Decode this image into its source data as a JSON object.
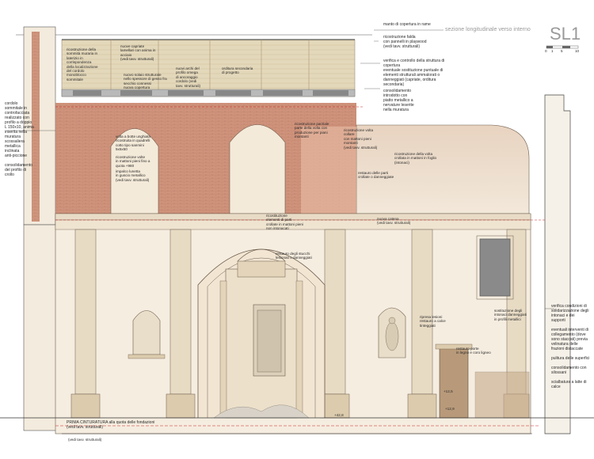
{
  "header": {
    "sheet_code": "SL1",
    "subtitle": "sezione longitudinale verso interno",
    "scale_bar": [
      "0",
      "1",
      "5",
      "10"
    ]
  },
  "annotations": {
    "roof_top": "manto di copertura in rame",
    "roof_slab": "ricostruzione falda\ncon pannelli in playwood\n(vedi tavv. strutturali)",
    "roof_structure": "verifica e controllo della struttura di\ncopertura\neventuale sostituzione puntuale di\nelementi strutturali ammalorati o\ndanneggiati (capriate, orditura\nsecondaria)",
    "roof_consolidation": "consolidamento\nintrodotto con\npiatto metallico a\nnervature leserite\nnella muratura",
    "wall_rebuild": "ricostruzione della\nsommità muraria in\nlaterizio in\ncorrispondenza\ndella localizzazione\ndel cordolo\nmonoblocco\nsommitale",
    "new_trusses": "nuove capriate\nlamellari con anima in\nacciaio\n(vedi tavv. strutturali)",
    "new_beams": "nuovo solaio strutturale\nnello spessore di gesso fra\nsecchio connessi\nnuova copertura",
    "new_ties": "nuovi archi del\nprofilo omega\ndi ancoraggio\ncordolo (vedi\ntavv. strutturali)",
    "secondary_frame": "orditura secondaria\ndi progetto",
    "left_cordolo": "cordolo\nsommitale in\ncontrofacciata\nrealizzato con\nprofilo a doppio\nL 150x10, anima\ninserita nella\nmuratura\nscossaliera\nmetallica\ninclinata\nanti-piccione",
    "left_consolidation": "consolidamento\ndel profilo di\ncrollo",
    "vault_reinforce": "volta a botte unghiata\nricostruita in quadrelli\ncotto tipo sanmini\n5x5x50",
    "vault_bricks": "ricostruzione volte\nin mattoni pieni fino a\nquota +980",
    "lunette_rebuild": "impalco lunetta\nin guscio metallico\n(vedi tavv. strutturali)",
    "partial_rebuild": "ricostruzione parziale\nparte della volta con\nproduzione per piani\nmontanti",
    "piers_rebuild": "ricostruzione volta\ncollare\ncon mattoni pieni\nmontanti\n(vedi tavv. strutturali)",
    "vault_crossing": "ricostruzione della volta\ncrollata in mattoni in foglio\n(intonaci)",
    "vault_existing": "restauro delle parti\ncrollate o danneggiate",
    "reintegration": "ricostituzione\nelementi di parti\ncrollate in mattoni pieni\nnon intonacati",
    "new_shell": "nuova catena\n(vedi tavv. strutturali)",
    "plaster_repair": "restauro degli stucchi\nlesionati o danneggiati",
    "cracks_repair": "ripresa lesioni\nrestauro a calce\ntinteggiati",
    "plaster_replace": "sostituzione degli\nintonaci danneggiati\nin profili metallici",
    "door_restore": "restauro porte\nin legno e coro ligneo",
    "right_notes": "verifica condizioni di\nsolidarizzazione degli\nintonaci e dei\nsupporti\n\neventuali interventi di\ncollegamento (dove\nsono staccati) previa\nvelinatura delle\nfrazioni distaccate\n\npulitura delle superfici\n\nconsolidamento con\nsilossani\n\nscialbatura a latte di\ncalce",
    "foundation": "PRIMA CINTURATURA alla quota delle fondazioni\n(vedi tavv. strutturali)",
    "foundation_2": "(vedi tavv. strutturali)"
  },
  "levels": {
    "floor": "+42,8",
    "cornice": "+12,5",
    "right_mark": "+12,9"
  },
  "colors": {
    "brick": "#c8755a",
    "stone": "#efe4d0",
    "stone_dark": "#d9c9ae",
    "line": "#6b5a4a",
    "roof": "#e2d6b8",
    "ink": "#2a2a2a",
    "red": "#cc2222"
  }
}
